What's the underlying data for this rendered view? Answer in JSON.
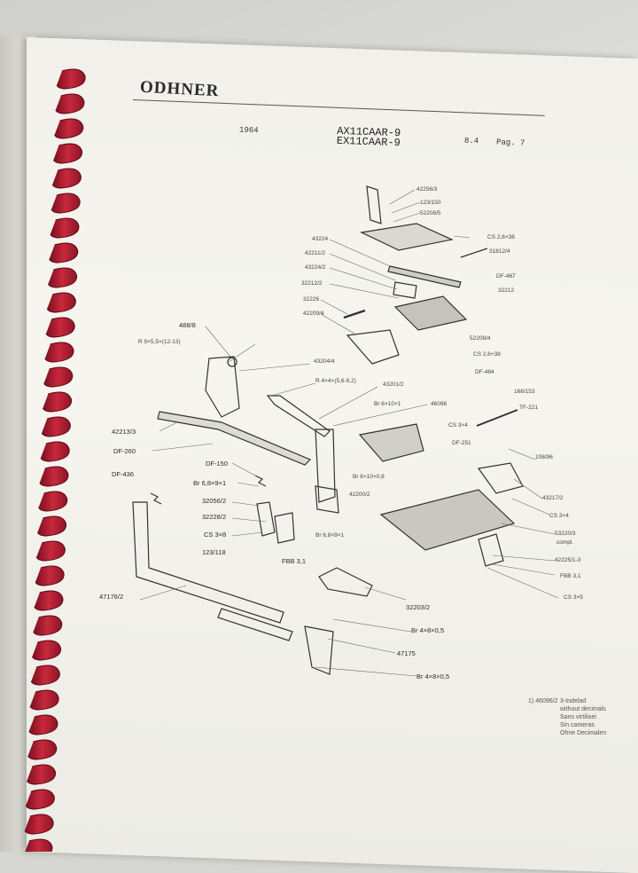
{
  "header": {
    "brand": "ODHNER",
    "year": "1964",
    "model_line1": "AX11CAAR-9",
    "model_line2": "EX11CAAR-9",
    "code": "8.4",
    "page": "Pag. 7"
  },
  "labels": {
    "l42256_3": "42256/3",
    "l123_150": "123/150",
    "l52208_5": "52208/5",
    "cs26x38_top": "CS 2,6×38",
    "l43224": "43224",
    "l31812_4": "31812/4",
    "l42211_2": "42211/2",
    "l43224_2": "43224/2",
    "df467": "DF-467",
    "l32212_2": "32212/2",
    "l32212": "32212",
    "l32226": "32226",
    "l42209_4": "42209/4",
    "l52208_4": "52208/4",
    "cs26x38": "CS 2,6×38",
    "df484": "DF-484",
    "l488_8": "488/8",
    "r9x5": "R 9×5,5×(12-13)",
    "l43204_4": "43204/4",
    "r4x4": "R 4×4×(5,6-9,2)",
    "l43201_2": "43201/2",
    "br6x10x1": "Br 6×10×1",
    "l46096": "46096",
    "l168_153": "168/153",
    "tf221": "TF-221",
    "cs3x4_a": "CS 3×4",
    "l42213_3": "42213/3",
    "df251": "DF-251",
    "df260": "DF-260",
    "l108_96": "108/96",
    "df150": "DF-150",
    "br6x10x08": "Br 6×10×0,8",
    "df436": "DF-436",
    "br68x9x1_a": "Br 6,8×9×1",
    "l42200_2": "42200/2",
    "l43217_2": "43217/2",
    "l32056_2": "32056/2",
    "cs3x4_b": "CS 3×4",
    "l32228_2": "32228/2",
    "cs3x8": "CS 3×8",
    "br68x9x1_b": "Br 6,8×9×1",
    "l53220_3": "53220/3",
    "compl": "compl.",
    "l123_118": "123/118",
    "fbb31_a": "FBB 3,1",
    "l42225_1_3": "42225/1-3",
    "fbb31_b": "FBB 3,1",
    "l47176_2": "47176/2",
    "cs3x5": "CS 3×5",
    "l32203_2": "32203/2",
    "br4x8x05_a": "Br 4×8×0,5",
    "l47175": "47175",
    "br4x8x05_b": "Br 4×8×0,5"
  },
  "footnote": {
    "marker": "1)",
    "ref": "46096/2",
    "lines": [
      "3-Indelad",
      "without decimals",
      "Sans virtilisei",
      "Sin cameras",
      "Ohne Decimalen"
    ]
  }
}
